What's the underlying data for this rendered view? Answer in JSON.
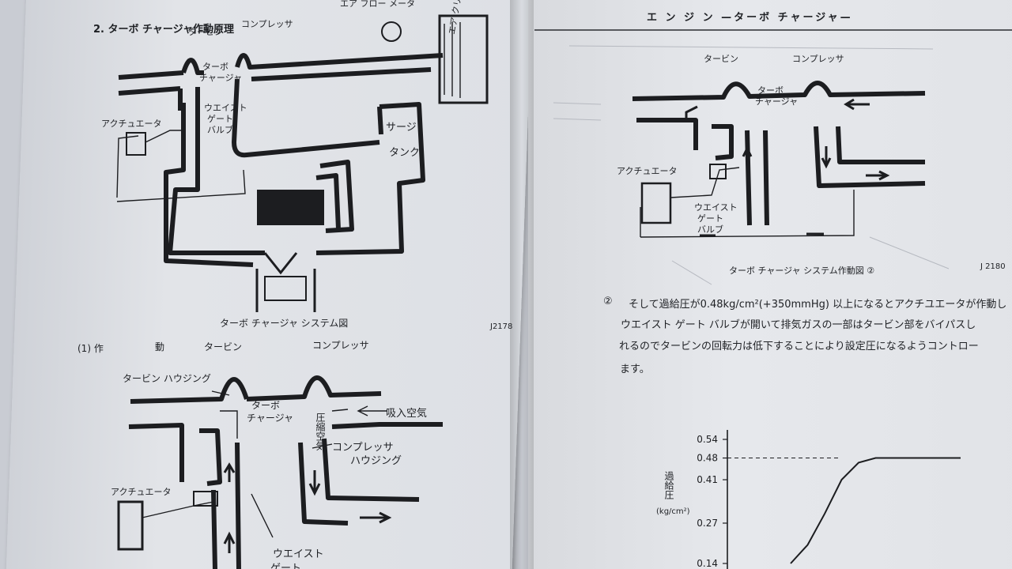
{
  "left_page": {
    "section_title": "2. ターボ チャージャ作動原理",
    "fig1": {
      "labels": {
        "turbine": "タービン",
        "compressor": "コンプレッサ",
        "air_top": "エア フロー メータ",
        "air_cleaner": "エア クリーナ",
        "turbo": "ターボ",
        "charger": "チャージャ",
        "actuator": "アクチュエータ",
        "wastegate1": "ウエイスト",
        "wastegate2": "ゲート",
        "wastegate3": "バルブ",
        "surge1": "サージ",
        "surge2": "タンク"
      },
      "caption": "ターボ チャージャ システム図",
      "code": "J2178"
    },
    "fig2": {
      "heading_num": "(1) 作",
      "heading_word": "動",
      "labels": {
        "turbine": "タービン",
        "compressor": "コンプレッサ",
        "turbine_housing": "タービン ハウジング",
        "turbo": "ターボ",
        "charger": "チャージャ",
        "intake_air": "吸入空気",
        "pressure_air": "圧縮空気",
        "compressor_housing1": "コンプレッサ",
        "compressor_housing2": "ハウジング",
        "actuator": "アクチュエータ",
        "wastegate1": "ウエイスト",
        "wastegate2": "ゲート"
      }
    }
  },
  "right_page": {
    "header": "エ ン ジ ン —ターボ チャージャ—",
    "fig": {
      "labels": {
        "turbine": "タービン",
        "compressor": "コンプレッサ",
        "turbo": "ターボ",
        "charger": "チャージャ",
        "actuator": "アクチュエータ",
        "wastegate1": "ウエイスト",
        "wastegate2": "ゲート",
        "wastegate3": "バルブ"
      },
      "caption": "ターボ チャージャ システム作動図 ②",
      "code": "J 2180"
    },
    "paragraph": {
      "num": "②",
      "line1": "そして過給圧が0.48kg/cm²(+350mmHg) 以上になるとアクチユエータが作動し",
      "line2": "ウエイスト ゲート バルブが開いて排気ガスの一部はタービン部をバイパスし",
      "line3": "れるのでタービンの回転力は低下することにより設定圧になるようコントロー",
      "line4": "ます。"
    },
    "chart_data": {
      "type": "line",
      "ylabel": "過給圧",
      "yunit": "(kg/cm²)",
      "yticks": [
        0.54,
        0.48,
        0.41,
        0.27,
        0.14
      ],
      "ylim": [
        0.14,
        0.54
      ],
      "reference_line": 0.48,
      "series": [
        {
          "x": [
            0.0,
            0.1,
            0.2,
            0.3,
            0.4,
            0.5,
            0.6,
            1.0
          ],
          "y": [
            0.14,
            0.2,
            0.3,
            0.41,
            0.465,
            0.48,
            0.48,
            0.48
          ]
        }
      ]
    }
  }
}
